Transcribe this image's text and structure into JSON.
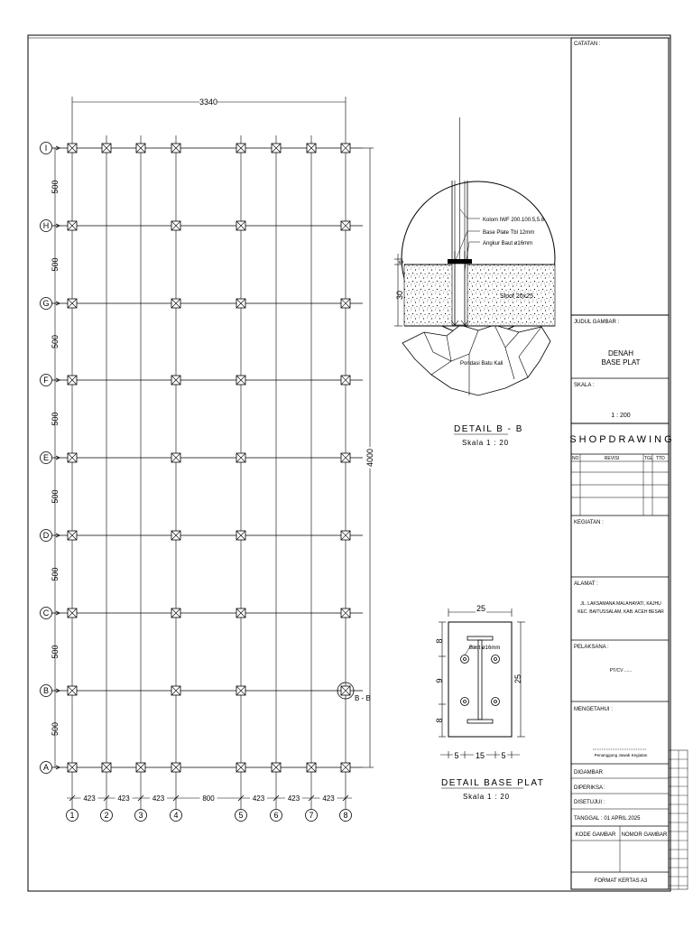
{
  "plan": {
    "rows": [
      "A",
      "B",
      "C",
      "D",
      "E",
      "F",
      "G",
      "H",
      "I"
    ],
    "columns": [
      "1",
      "2",
      "3",
      "4",
      "5",
      "6",
      "7",
      "8"
    ],
    "row_spacings": [
      "500",
      "500",
      "500",
      "500",
      "500",
      "500",
      "500",
      "500"
    ],
    "col_spacings": [
      "423",
      "423",
      "423",
      "800",
      "423",
      "423",
      "423"
    ],
    "total_width": "3340",
    "total_height": "4000",
    "section_marker": "B - B"
  },
  "detail_bb": {
    "title": "DETAIL  B - B",
    "scale": "Skala 1 : 20",
    "labels": {
      "kolom": "Kolom IWF 200.100.5,5.8",
      "base_plate": "Base Plate Tbl 12mm",
      "angkur": "Angkur Baut ø16mm",
      "sloof": "Sloof 20x25",
      "pondasi": "Pondasi Batu Kali"
    },
    "dims": {
      "d1": "5",
      "d2": "30"
    }
  },
  "detail_bp": {
    "title": "DETAIL  BASE  PLAT",
    "scale": "Skala 1 : 20",
    "top": "25",
    "right": "25",
    "bottom": [
      "5",
      "15",
      "5"
    ],
    "left": [
      "8",
      "9",
      "8"
    ],
    "baut": "Baut ø16mm"
  },
  "title_block": {
    "catatan": "CATATAN :",
    "judul_label": "JUDUL GAMBAR :",
    "judul_line1": "DENAH",
    "judul_line2": "BASE PLAT",
    "skala_label": "SKALA :",
    "skala_value": "1 : 200",
    "shop_drawing": "S H O P   D R A W I N G",
    "rev_no": "NO",
    "rev_revisi": "REVISI",
    "rev_tgl": "TGL",
    "rev_ttd": "TTD",
    "kegiatan": "KEGIATAN :",
    "alamat_label": "ALAMAT :",
    "alamat_line1": "JL. LAKSAMANA MALAHAYATI, KAJHU",
    "alamat_line2": "KEC. BAITUSSALAM, KAB. ACEH BESAR",
    "pelaksana_label": "PELAKSANA :",
    "pelaksana_value": "PT/CV ......",
    "mengetahui": "MENGETAHUI :",
    "penanggung": "Penanggung Jawab Kegiatan",
    "digambar": "DIGAMBAR",
    "diperiksa": "DIPERIKSA",
    "diperiksa_colon": ":",
    "disetujui": "DISETUJUI",
    "disetujui_colon": ":",
    "tanggal": "TANGGAL",
    "tanggal_value": ":   01 APRIL 2025",
    "kode_gambar": "KODE GAMBAR",
    "nomor_gambar": "NOMOR GAMBAR",
    "format": "FORMAT KERTAS A3"
  }
}
